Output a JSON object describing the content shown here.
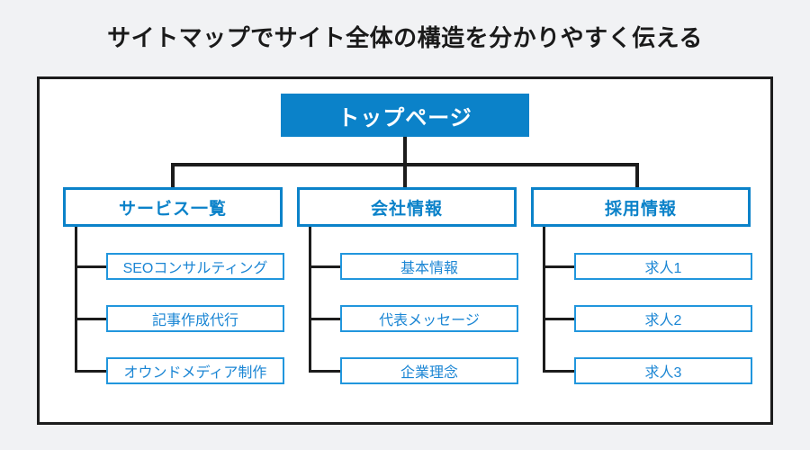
{
  "title": "サイトマップでサイト全体の構造を分かりやすく伝える",
  "colors": {
    "background": "#f1f2f4",
    "panel_background": "#ffffff",
    "panel_border": "#1c1c1c",
    "accent_blue": "#0b82c9",
    "leaf_border": "#2196dd",
    "leaf_text": "#1b86d4",
    "connector": "#1c1c1c",
    "root_text": "#ffffff",
    "title_text": "#1a1a1a"
  },
  "chart_data": {
    "type": "diagram",
    "diagram_kind": "sitemap-tree",
    "title": "サイトマップでサイト全体の構造を分かりやすく伝える",
    "levels": 3,
    "root": {
      "label": "トップページ"
    },
    "branches": [
      {
        "label": "サービス一覧",
        "children": [
          "SEOコンサルティング",
          "記事作成代行",
          "オウンドメディア制作"
        ]
      },
      {
        "label": "会社情報",
        "children": [
          "基本情報",
          "代表メッセージ",
          "企業理念"
        ]
      },
      {
        "label": "採用情報",
        "children": [
          "求人1",
          "求人2",
          "求人3"
        ]
      }
    ]
  },
  "tree": {
    "root": {
      "label": "トップページ"
    },
    "branches": [
      {
        "label": "サービス一覧"
      },
      {
        "label": "会社情報"
      },
      {
        "label": "採用情報"
      }
    ],
    "leaves": {
      "col1": [
        {
          "label": "SEOコンサルティング"
        },
        {
          "label": "記事作成代行"
        },
        {
          "label": "オウンドメディア制作"
        }
      ],
      "col2": [
        {
          "label": "基本情報"
        },
        {
          "label": "代表メッセージ"
        },
        {
          "label": "企業理念"
        }
      ],
      "col3": [
        {
          "label": "求人1"
        },
        {
          "label": "求人2"
        },
        {
          "label": "求人3"
        }
      ]
    }
  }
}
